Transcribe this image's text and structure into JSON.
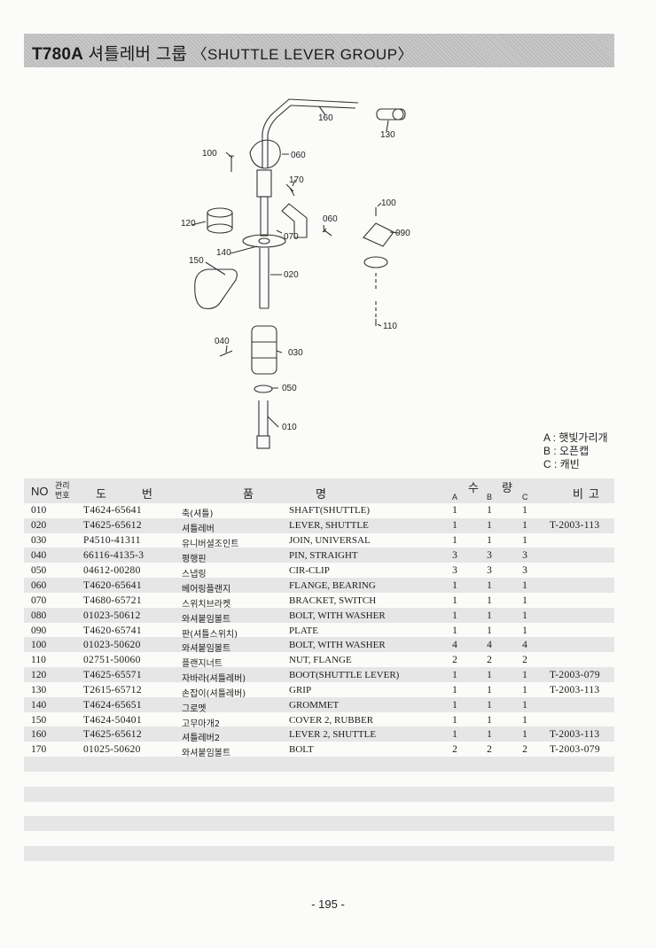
{
  "header": {
    "model": "T780A",
    "group_kr": "셔틀레버 그룹",
    "group_en": "〈SHUTTLE LEVER GROUP〉"
  },
  "diagram": {
    "callouts": [
      "160",
      "130",
      "100",
      "060",
      "170",
      "120",
      "060",
      "100",
      "070",
      "090",
      "140",
      "150",
      "020",
      "110",
      "040",
      "030",
      "050",
      "010"
    ]
  },
  "legend": [
    "A : 햇빛가리개",
    "B : 오픈캡",
    "C : 캐빈"
  ],
  "table": {
    "col_no": "NO",
    "col_mgmt": [
      "관리",
      "번호"
    ],
    "col_drawing": [
      "도",
      "번"
    ],
    "col_name": [
      "품",
      "명"
    ],
    "col_qty": [
      "수",
      "량"
    ],
    "qty_sub": [
      "A",
      "B",
      "C"
    ],
    "col_remark": [
      "비",
      "고"
    ],
    "rows": [
      {
        "no": "010",
        "pn": "T4624-65641",
        "kr": "축(셔틀)",
        "en": "SHAFT(SHUTTLE)",
        "a": "1",
        "b": "1",
        "c": "1",
        "rem": ""
      },
      {
        "no": "020",
        "pn": "T4625-65612",
        "kr": "셔틀레버",
        "en": "LEVER, SHUTTLE",
        "a": "1",
        "b": "1",
        "c": "1",
        "rem": "T-2003-113"
      },
      {
        "no": "030",
        "pn": "P4510-41311",
        "kr": "유니버셜조인트",
        "en": "JOIN, UNIVERSAL",
        "a": "1",
        "b": "1",
        "c": "1",
        "rem": ""
      },
      {
        "no": "040",
        "pn": "66116-4135-3",
        "kr": "평행핀",
        "en": "PIN, STRAIGHT",
        "a": "3",
        "b": "3",
        "c": "3",
        "rem": ""
      },
      {
        "no": "050",
        "pn": "04612-00280",
        "kr": "스냅링",
        "en": "CIR-CLIP",
        "a": "3",
        "b": "3",
        "c": "3",
        "rem": ""
      },
      {
        "no": "060",
        "pn": "T4620-65641",
        "kr": "베어링플랜지",
        "en": "FLANGE, BEARING",
        "a": "1",
        "b": "1",
        "c": "1",
        "rem": ""
      },
      {
        "no": "070",
        "pn": "T4680-65721",
        "kr": "스위치브라켓",
        "en": "BRACKET, SWITCH",
        "a": "1",
        "b": "1",
        "c": "1",
        "rem": ""
      },
      {
        "no": "080",
        "pn": "01023-50612",
        "kr": "와셔붙임볼트",
        "en": "BOLT, WITH WASHER",
        "a": "1",
        "b": "1",
        "c": "1",
        "rem": ""
      },
      {
        "no": "090",
        "pn": "T4620-65741",
        "kr": "판(셔틀스위치)",
        "en": "PLATE",
        "a": "1",
        "b": "1",
        "c": "1",
        "rem": ""
      },
      {
        "no": "100",
        "pn": "01023-50620",
        "kr": "와셔붙임볼트",
        "en": "BOLT, WITH WASHER",
        "a": "4",
        "b": "4",
        "c": "4",
        "rem": ""
      },
      {
        "no": "110",
        "pn": "02751-50060",
        "kr": "플랜지너트",
        "en": "NUT, FLANGE",
        "a": "2",
        "b": "2",
        "c": "2",
        "rem": ""
      },
      {
        "no": "120",
        "pn": "T4625-65571",
        "kr": "자바라(셔틀레버)",
        "en": "BOOT(SHUTTLE LEVER)",
        "a": "1",
        "b": "1",
        "c": "1",
        "rem": "T-2003-079"
      },
      {
        "no": "130",
        "pn": "T2615-65712",
        "kr": "손잡이(셔틀레버)",
        "en": "GRIP",
        "a": "1",
        "b": "1",
        "c": "1",
        "rem": "T-2003-113"
      },
      {
        "no": "140",
        "pn": "T4624-65651",
        "kr": "그로멧",
        "en": "GROMMET",
        "a": "1",
        "b": "1",
        "c": "1",
        "rem": ""
      },
      {
        "no": "150",
        "pn": "T4624-50401",
        "kr": "고무마개2",
        "en": "COVER 2, RUBBER",
        "a": "1",
        "b": "1",
        "c": "1",
        "rem": ""
      },
      {
        "no": "160",
        "pn": "T4625-65612",
        "kr": "셔틀레버2",
        "en": "LEVER 2, SHUTTLE",
        "a": "1",
        "b": "1",
        "c": "1",
        "rem": "T-2003-113"
      },
      {
        "no": "170",
        "pn": "01025-50620",
        "kr": "와셔붙임볼트",
        "en": "BOLT",
        "a": "2",
        "b": "2",
        "c": "2",
        "rem": "T-2003-079"
      }
    ]
  },
  "footer": {
    "page_number": "- 195 -"
  }
}
